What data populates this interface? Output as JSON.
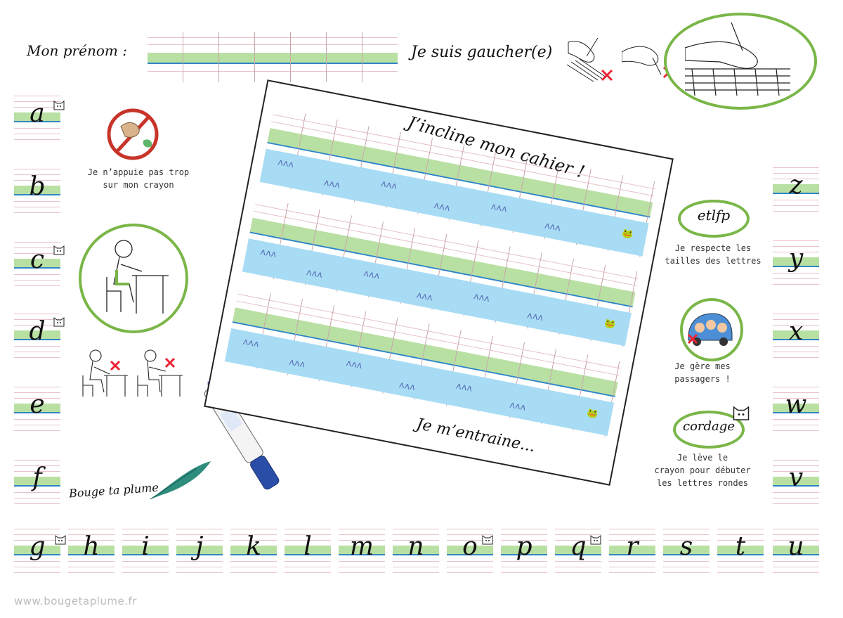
{
  "header": {
    "name_label": "Mon prénom :",
    "lefty_label": "Je suis gaucher(e)"
  },
  "sheet": {
    "title": "J’incline mon cahier !",
    "footer": "Je m’entraine..."
  },
  "tips": {
    "pressure": "Je n’appuie pas trop\nsur mon crayon",
    "sizes_word": "etlfp",
    "sizes": "Je respecte les\ntailles des lettres",
    "passengers": "Je gère mes\npassagers !",
    "lift_word": "cordage",
    "lift": "Je lève le\ncrayon pour débuter\nles lettres rondes"
  },
  "brand": {
    "logo_text": "Bouge ta plume",
    "url": "www.bougetaplume.fr"
  },
  "alphabet": {
    "left": [
      "a",
      "b",
      "c",
      "d",
      "e",
      "f"
    ],
    "bottom": [
      "g",
      "h",
      "i",
      "j",
      "k",
      "l",
      "m",
      "n",
      "o",
      "p",
      "q",
      "r",
      "s",
      "t",
      "u"
    ],
    "right": [
      "z",
      "y",
      "x",
      "w",
      "v"
    ]
  },
  "colors": {
    "green": "#7ab648",
    "green_band": "#b9e0a3",
    "blue_line": "#2f86c6",
    "river": "#a8dcf4",
    "pink_line": "#e7c2c8"
  }
}
